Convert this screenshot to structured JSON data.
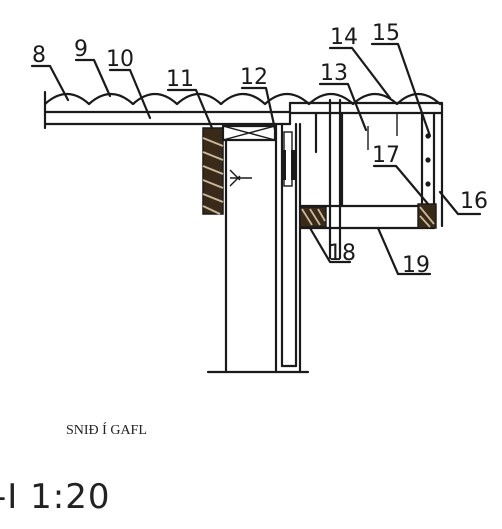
{
  "drawing": {
    "labels": {
      "n8": "8",
      "n9": "9",
      "n10": "10",
      "n11": "11",
      "n12": "12",
      "n13": "13",
      "n14": "14",
      "n15": "15",
      "n16": "16",
      "n17": "17",
      "n18": "18",
      "n19": "19"
    },
    "caption": "SNIÐ Í GAFL",
    "scale": "-I  1:20"
  },
  "colors": {
    "ink": "#1a1a1a",
    "background": "#ffffff"
  }
}
